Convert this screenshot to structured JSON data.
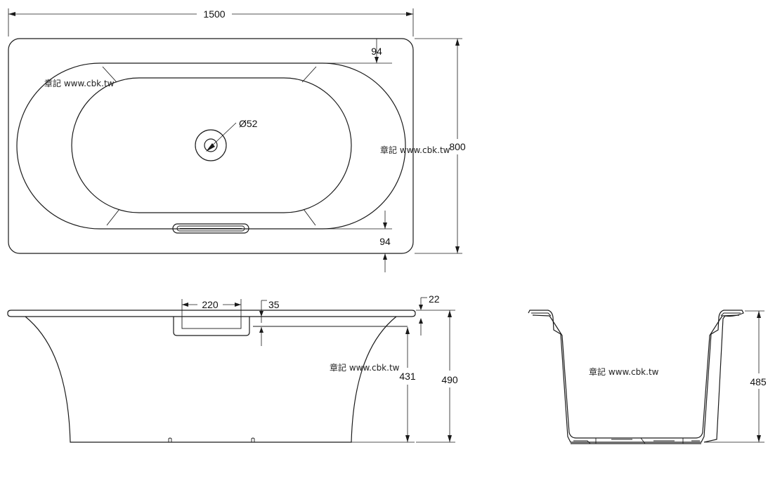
{
  "dimensions": {
    "length": "1500",
    "width": "800",
    "rim_top": "94",
    "rim_bottom": "94",
    "drain_diameter": "Ø52",
    "handle_length": "220",
    "handle_offset": "35",
    "rim_thickness": "22",
    "inner_depth": "431",
    "total_height": "490",
    "end_height": "485"
  },
  "watermark": {
    "text": "章記 www.cbk.tw"
  },
  "colors": {
    "line": "#1a1a1a",
    "background": "#ffffff"
  }
}
